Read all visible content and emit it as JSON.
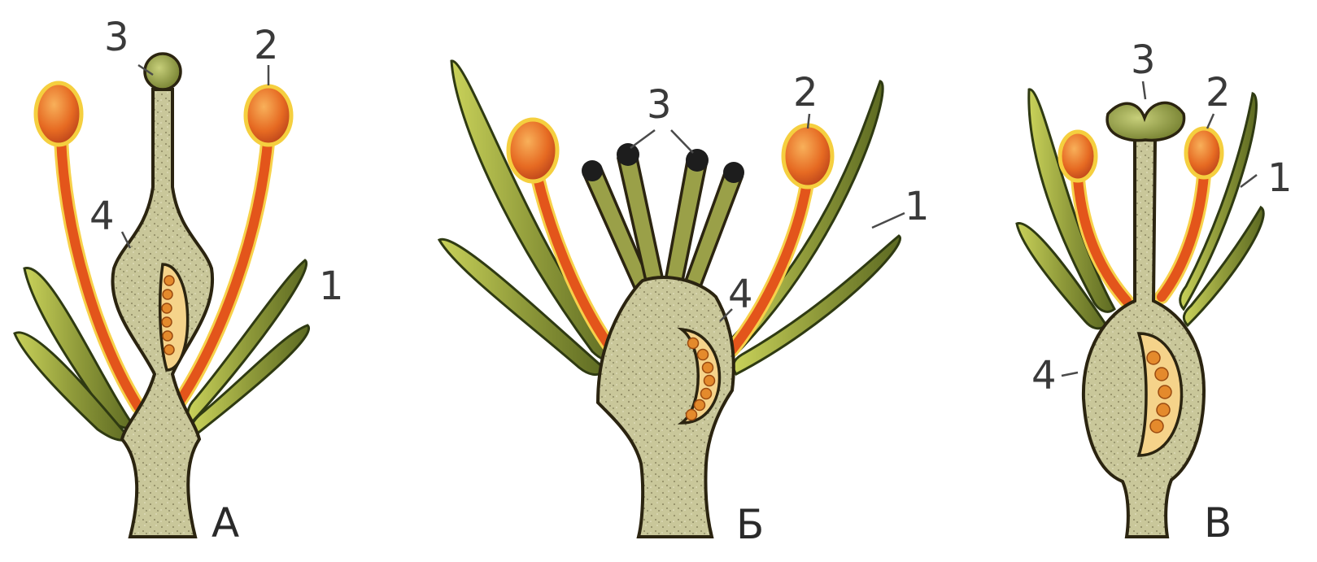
{
  "figure": {
    "panels": [
      {
        "id": "A",
        "letter": "А",
        "labels": {
          "sepal": "1",
          "stamen": "2",
          "stigma": "3",
          "ovary": "4"
        }
      },
      {
        "id": "B",
        "letter": "Б",
        "labels": {
          "sepal": "1",
          "stamen": "2",
          "stigma": "3",
          "ovary": "4"
        }
      },
      {
        "id": "V",
        "letter": "В",
        "labels": {
          "sepal": "1",
          "stamen": "2",
          "stigma": "3",
          "ovary": "4"
        }
      }
    ]
  },
  "colors": {
    "sepal": "#8f9a3a",
    "filament": "#e3551b",
    "anther": "#e66a22",
    "pistil_body": "#c9c79a",
    "cavity": "#f5d38a",
    "ovule": "#e48a2c"
  }
}
